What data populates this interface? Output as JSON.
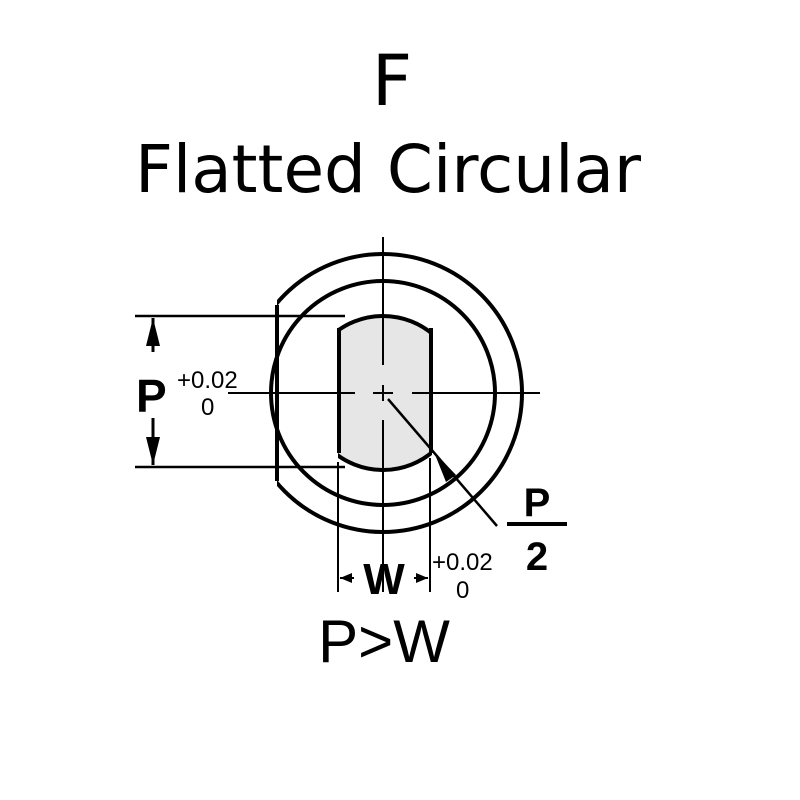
{
  "title": {
    "code": "F",
    "name": "Flatted Circular"
  },
  "dimensions": {
    "p_label": "P",
    "p_tol_upper": "+0.02",
    "p_tol_lower": "0",
    "w_label": "W",
    "w_tol_upper": "+0.02",
    "w_tol_lower": "0",
    "radius_numerator": "P",
    "radius_denominator": "2",
    "relation": "P>W"
  },
  "colors": {
    "line": "#000000",
    "fill": "#e6e6e6"
  }
}
